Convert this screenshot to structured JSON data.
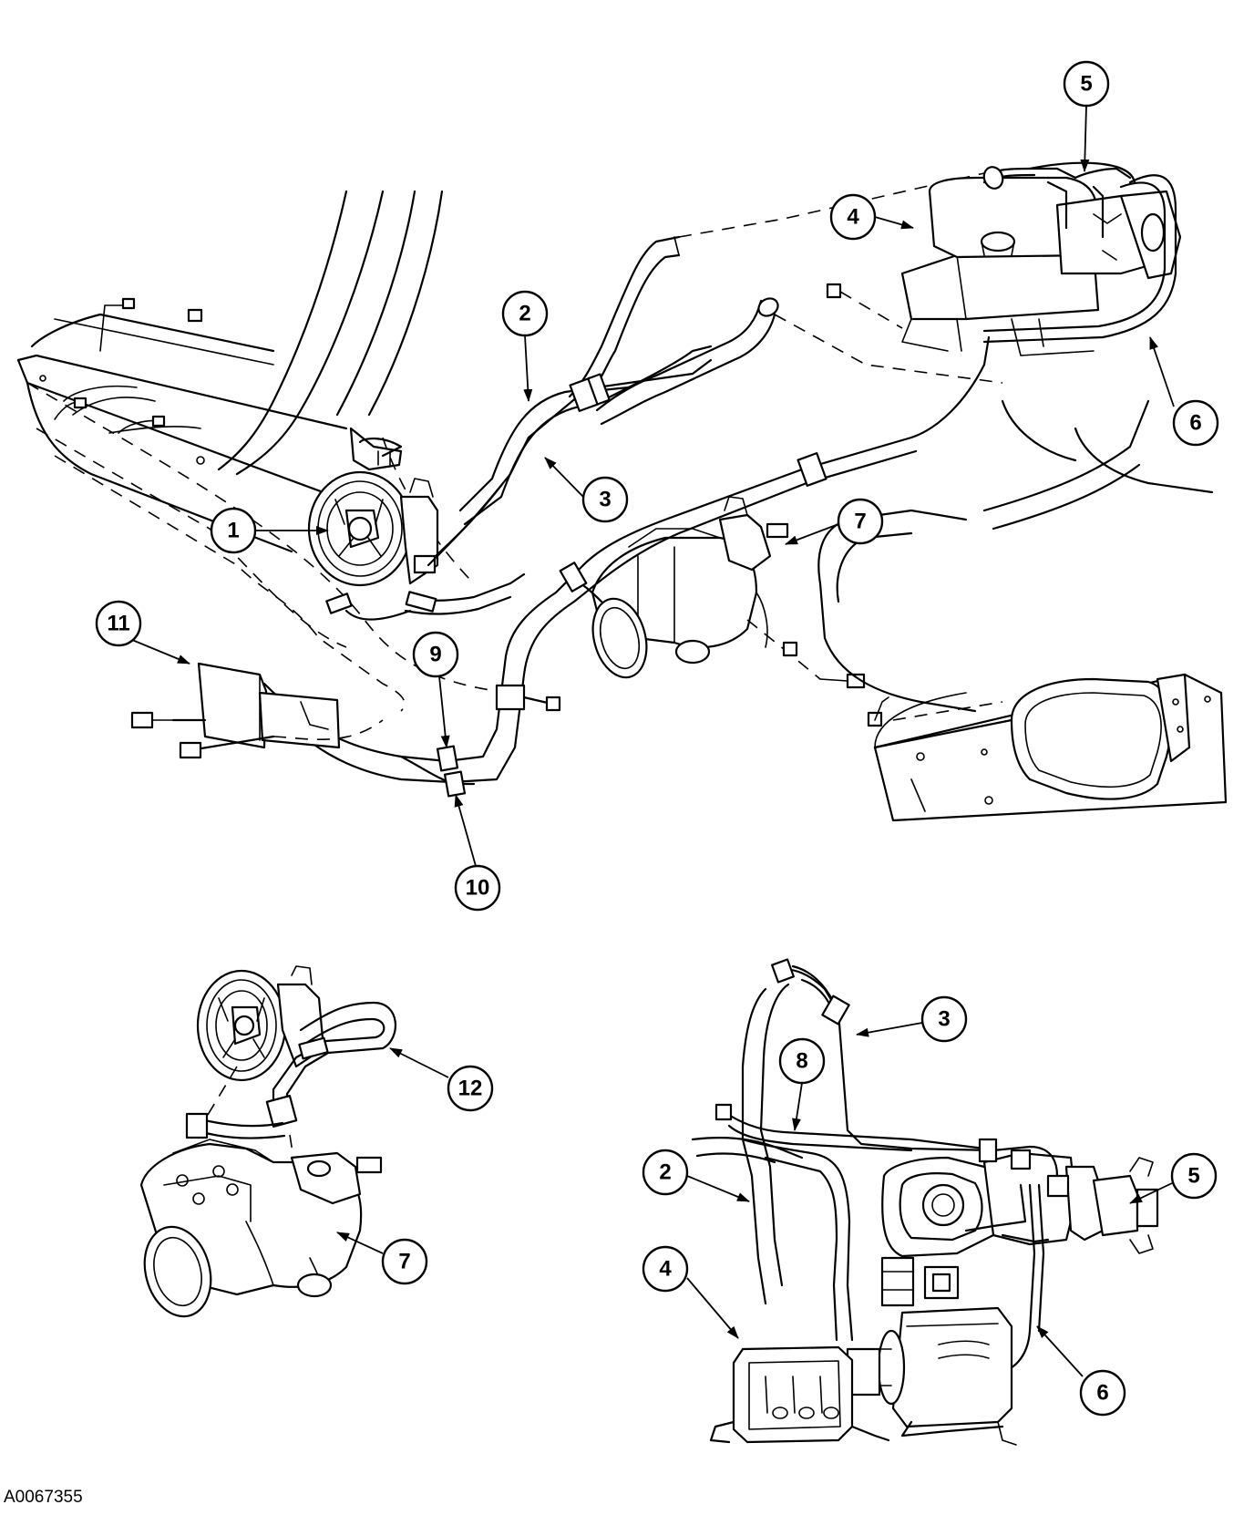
{
  "figure_code": "A0067355",
  "callouts": [
    {
      "id": "c1",
      "label": "1"
    },
    {
      "id": "c2",
      "label": "2"
    },
    {
      "id": "c3",
      "label": "3"
    },
    {
      "id": "c4",
      "label": "4"
    },
    {
      "id": "c5",
      "label": "5"
    },
    {
      "id": "c6",
      "label": "6"
    },
    {
      "id": "c7",
      "label": "7"
    },
    {
      "id": "c9",
      "label": "9"
    },
    {
      "id": "c10",
      "label": "10"
    },
    {
      "id": "c11",
      "label": "11"
    },
    {
      "id": "c12",
      "label": "12"
    },
    {
      "id": "c7b",
      "label": "7"
    },
    {
      "id": "c3b",
      "label": "3"
    },
    {
      "id": "c8",
      "label": "8"
    },
    {
      "id": "c5b",
      "label": "5"
    },
    {
      "id": "c2b",
      "label": "2"
    },
    {
      "id": "c4b",
      "label": "4"
    },
    {
      "id": "c6b",
      "label": "6"
    }
  ]
}
